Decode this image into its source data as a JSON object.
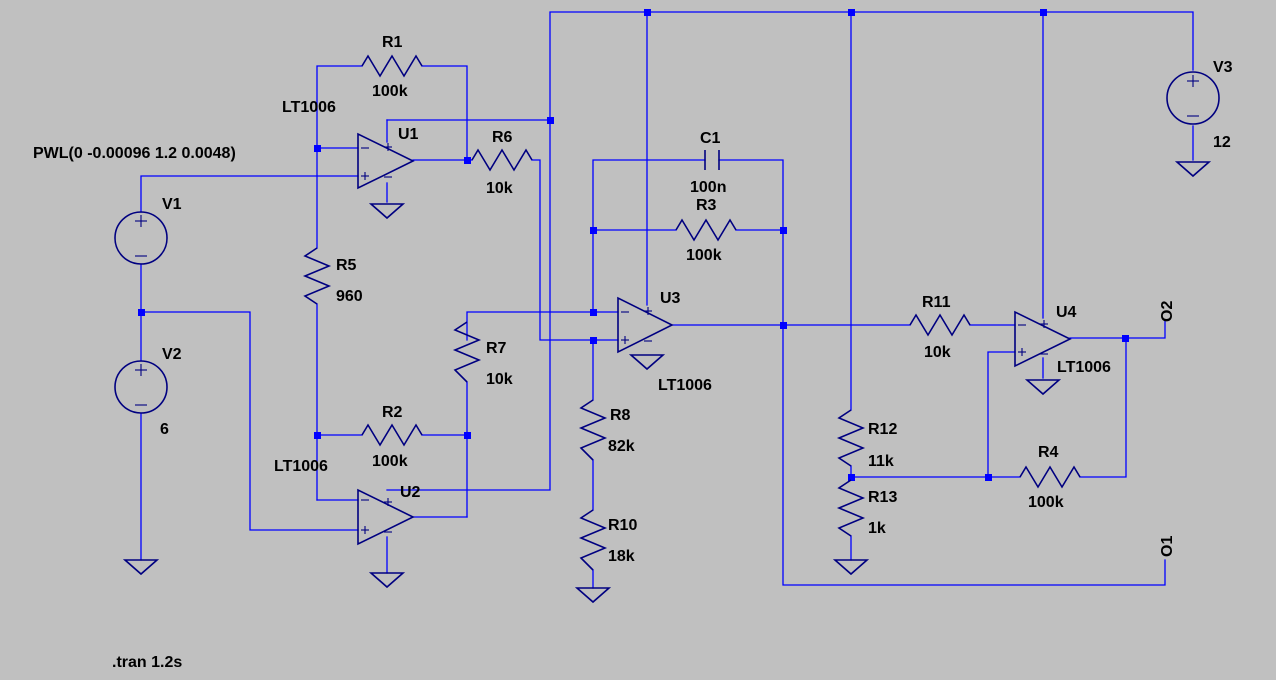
{
  "colors": {
    "background": "#c0c0c0",
    "wire": "#0000ff",
    "component": "#000080",
    "text": "#000000"
  },
  "pwl_source": "PWL(0 -0.00096 1.2 0.0048)",
  "directive": ".tran 1.2s",
  "opamps": [
    {
      "name": "U1",
      "model": "LT1006"
    },
    {
      "name": "U2",
      "model": "LT1006"
    },
    {
      "name": "U3",
      "model": "LT1006"
    },
    {
      "name": "U4",
      "model": "LT1006"
    }
  ],
  "resistors": [
    {
      "name": "R1",
      "value": "100k"
    },
    {
      "name": "R2",
      "value": "100k"
    },
    {
      "name": "R3",
      "value": "100k"
    },
    {
      "name": "R4",
      "value": "100k"
    },
    {
      "name": "R5",
      "value": "960"
    },
    {
      "name": "R6",
      "value": "10k"
    },
    {
      "name": "R7",
      "value": "10k"
    },
    {
      "name": "R8",
      "value": "82k"
    },
    {
      "name": "R10",
      "value": "18k"
    },
    {
      "name": "R11",
      "value": "10k"
    },
    {
      "name": "R12",
      "value": "11k"
    },
    {
      "name": "R13",
      "value": "1k"
    }
  ],
  "capacitors": [
    {
      "name": "C1",
      "value": "100n"
    }
  ],
  "sources": [
    {
      "name": "V1",
      "value": ""
    },
    {
      "name": "V2",
      "value": "6"
    },
    {
      "name": "V3",
      "value": "12"
    }
  ],
  "outputs": [
    {
      "name": "O2"
    },
    {
      "name": "O1"
    }
  ]
}
